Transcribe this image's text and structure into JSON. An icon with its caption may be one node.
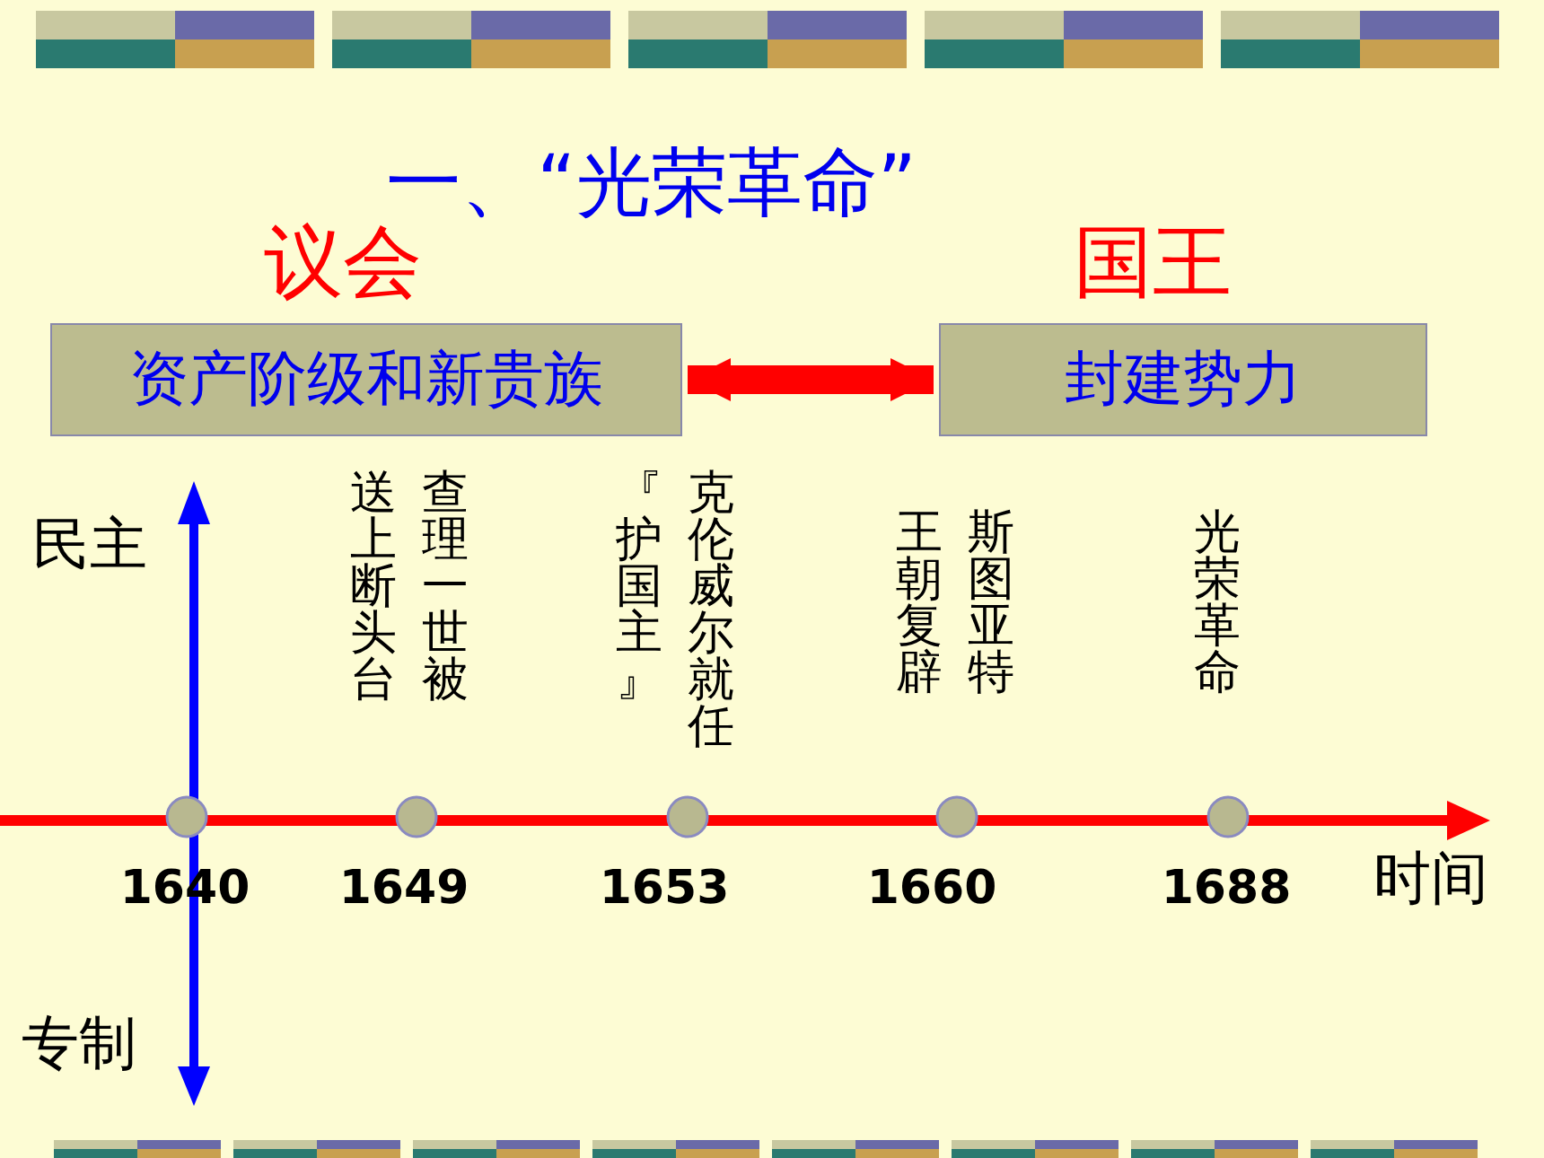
{
  "diagram": {
    "title": "一、“光荣革命”",
    "nodes": [
      {
        "text": [
          "议会",
          "资产阶级和新贵族"
        ]
      },
      {
        "text": [
          "国王",
          "封建势力"
        ]
      }
    ],
    "edges": [
      {
        "from": 0,
        "to": 1,
        "arrow": "both",
        "color": "#ff0000"
      }
    ],
    "labels": [
      "民主",
      "查理一世被送上断头台",
      "克伦威尔就任『护国主』",
      "斯图亚特王朝复辟",
      "光荣革命",
      "1640",
      "1649",
      "1653",
      "1660",
      "1688",
      "时间",
      "专制"
    ]
  }
}
